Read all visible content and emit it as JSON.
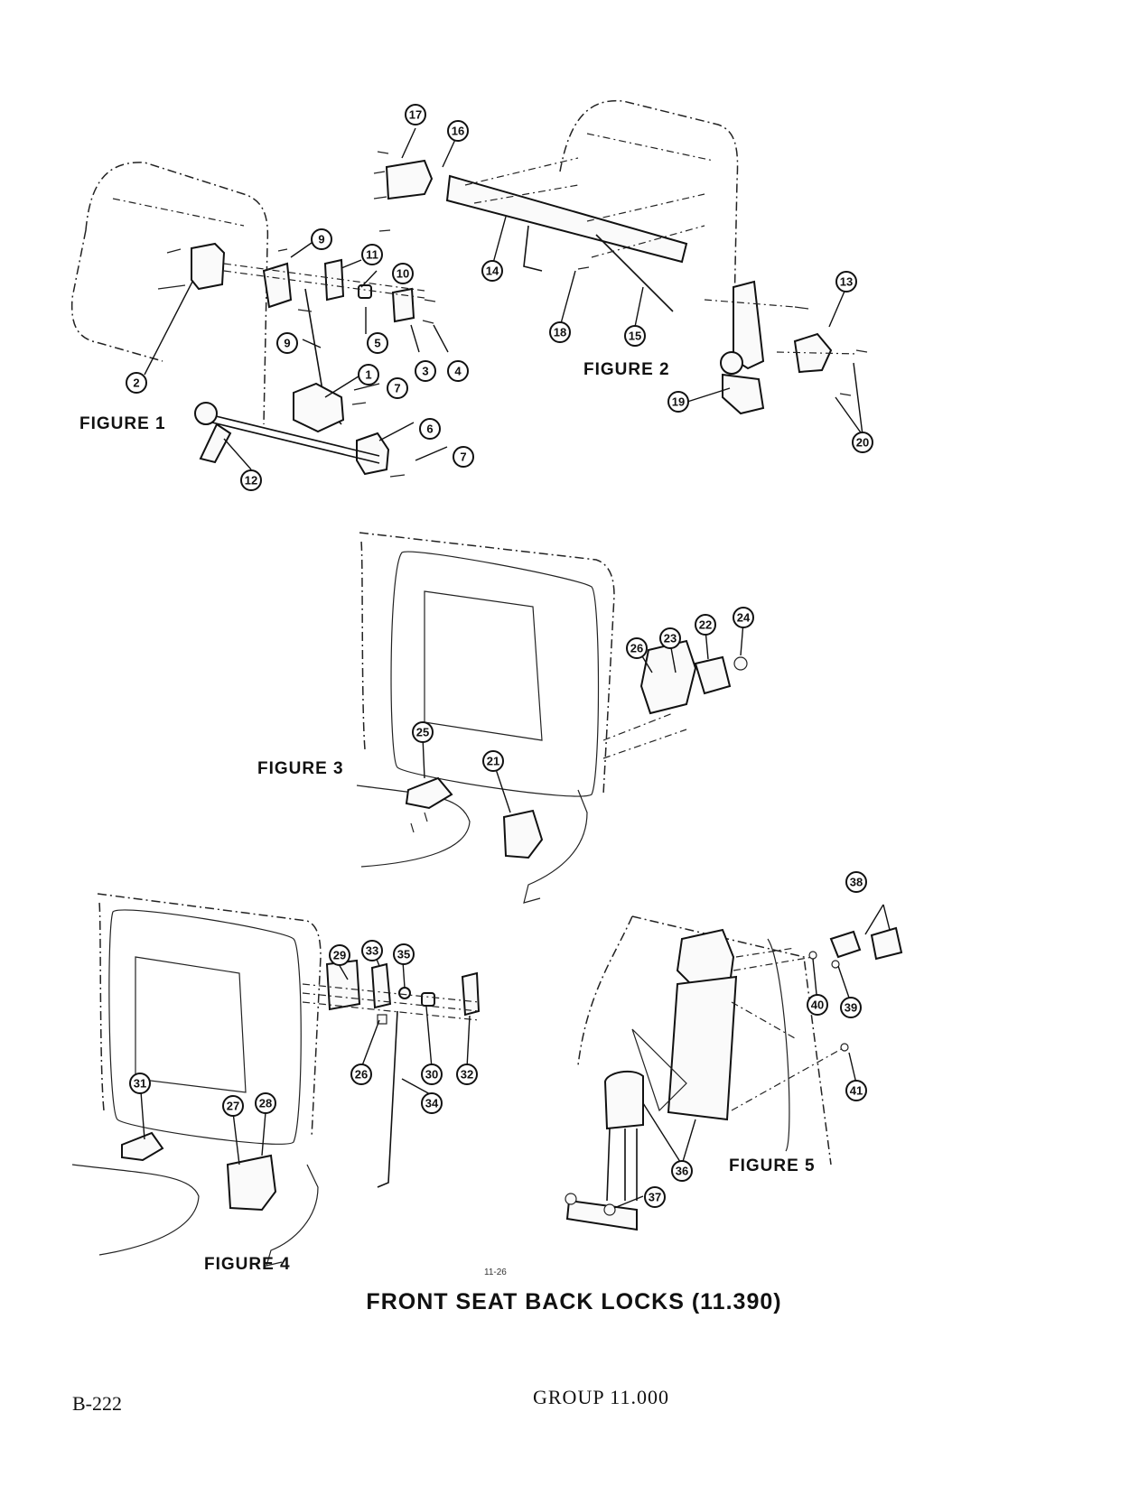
{
  "figures": [
    {
      "label": "FIGURE 1"
    },
    {
      "label": "FIGURE 2"
    },
    {
      "label": "FIGURE 3"
    },
    {
      "label": "FIGURE 4"
    },
    {
      "label": "FIGURE 5"
    }
  ],
  "callouts": [
    "1",
    "2",
    "3",
    "4",
    "5",
    "6",
    "7",
    "7",
    "9",
    "9",
    "10",
    "11",
    "12",
    "13",
    "14",
    "15",
    "16",
    "17",
    "18",
    "19",
    "20",
    "21",
    "22",
    "23",
    "24",
    "25",
    "26",
    "26",
    "27",
    "28",
    "29",
    "30",
    "31",
    "32",
    "33",
    "34",
    "35",
    "36",
    "37",
    "38",
    "39",
    "40",
    "41"
  ],
  "drawing_number": "11-26",
  "title": "FRONT SEAT BACK LOCKS (11.390)",
  "footer": {
    "page": "B-222",
    "group": "GROUP 11.000"
  }
}
